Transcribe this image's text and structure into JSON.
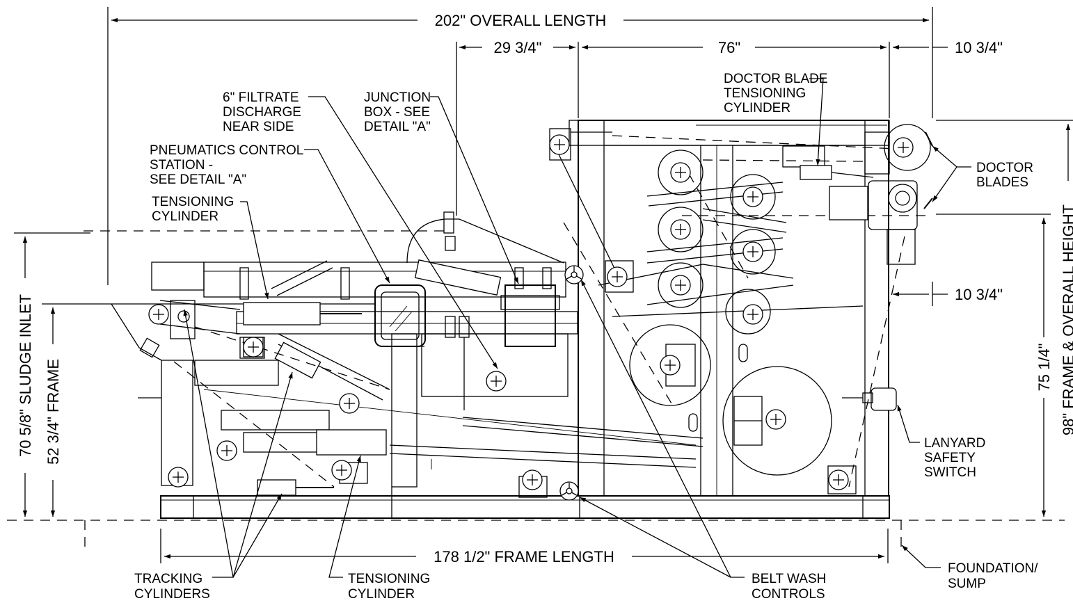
{
  "dimensions": {
    "overall_length": "202\" OVERALL LENGTH",
    "dim_29": "29 3/4\"",
    "dim_76": "76\"",
    "dim_10a": "10 3/4\"",
    "dim_10b": "10 3/4\"",
    "frame_length": "178 1/2\" FRAME LENGTH",
    "sludge_inlet": "70 5/8\" SLUDGE INLET",
    "frame_height": "52 3/4\" FRAME",
    "dim_75": "75 1/4\"",
    "overall_height": "98\" FRAME & OVERALL HEIGHT"
  },
  "callouts": {
    "filtrate": [
      "6\" FILTRATE",
      "DISCHARGE",
      "NEAR SIDE"
    ],
    "junction": [
      "JUNCTION",
      "BOX - SEE",
      "DETAIL \"A\""
    ],
    "pneumatics": [
      "PNEUMATICS CONTROL",
      "STATION -",
      "SEE DETAIL \"A\""
    ],
    "tensioning_top": [
      "TENSIONING",
      "CYLINDER"
    ],
    "doctor_cyl": [
      "DOCTOR BLADE",
      "TENSIONING",
      "CYLINDER"
    ],
    "doctor_blades": [
      "DOCTOR",
      "BLADES"
    ],
    "lanyard": [
      "LANYARD",
      "SAFETY",
      "SWITCH"
    ],
    "tracking": [
      "TRACKING",
      "CYLINDERS"
    ],
    "tensioning_bottom": [
      "TENSIONING",
      "CYLINDER"
    ],
    "belt_wash": [
      "BELT WASH",
      "CONTROLS"
    ],
    "foundation": [
      "FOUNDATION/",
      "SUMP"
    ]
  }
}
